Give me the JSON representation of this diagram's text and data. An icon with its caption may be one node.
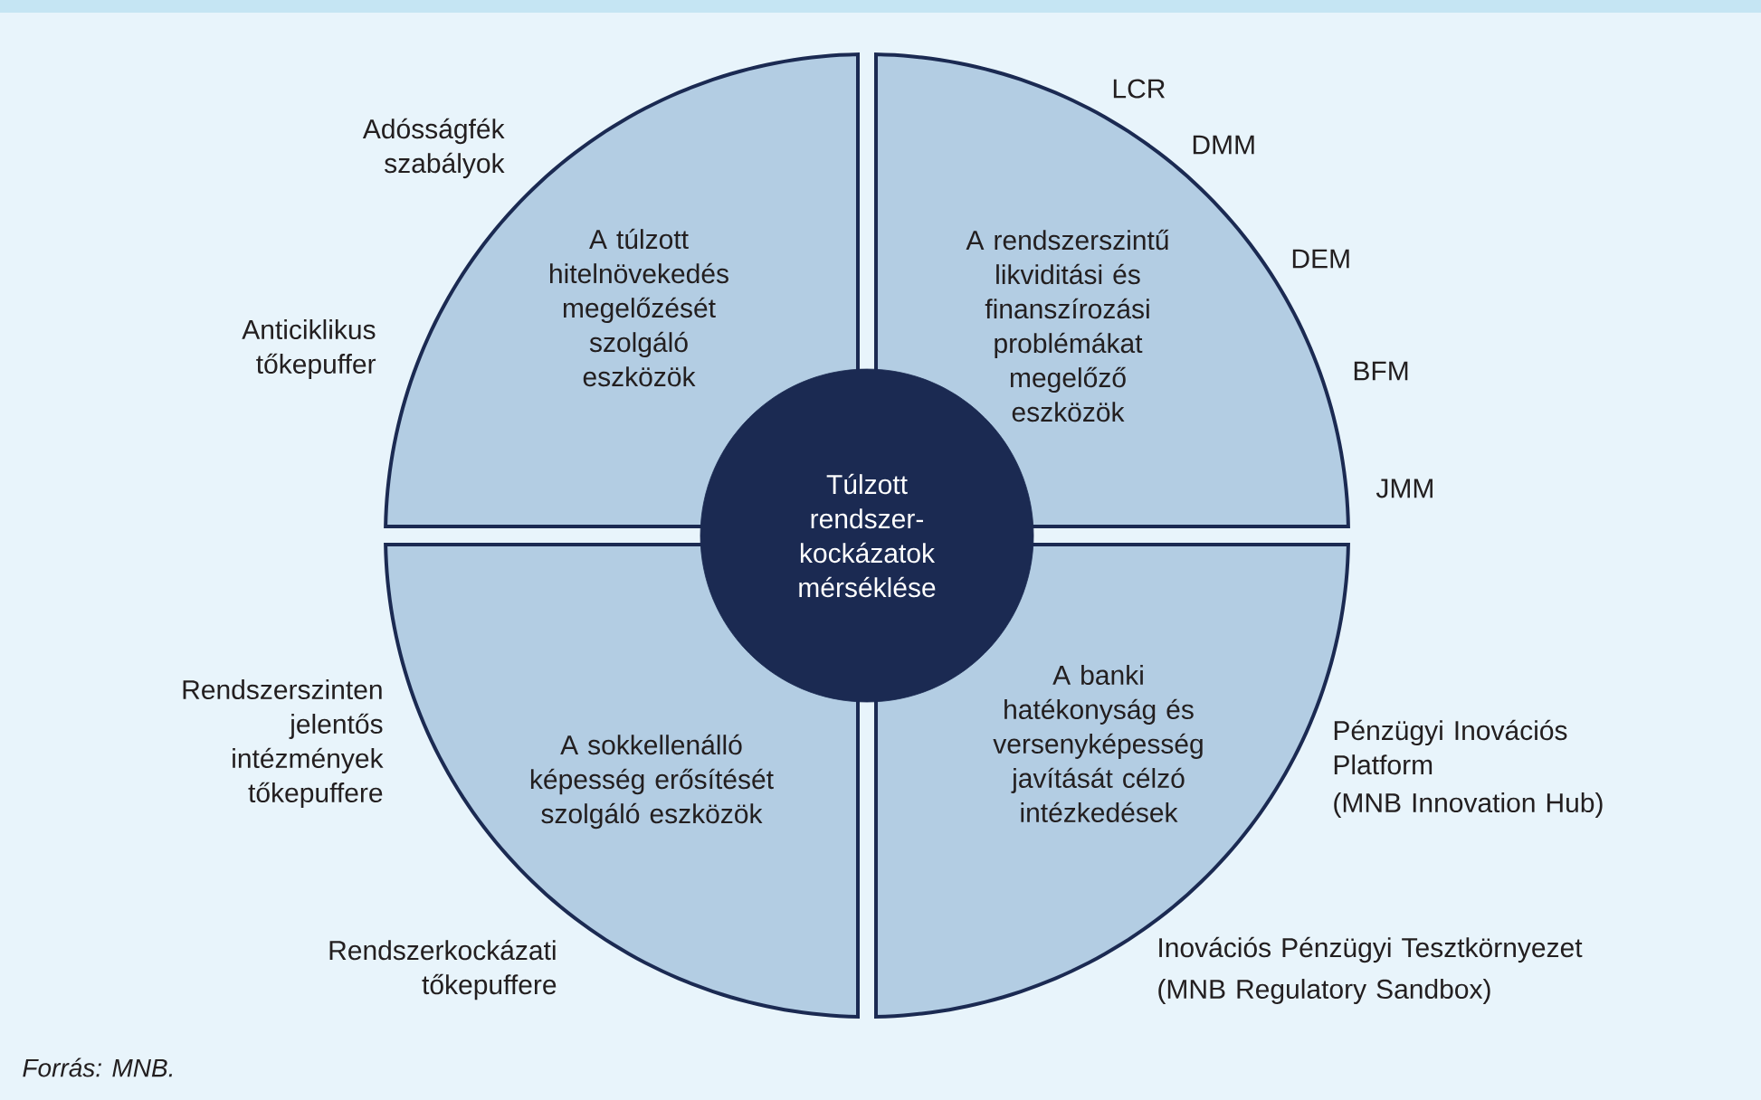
{
  "diagram": {
    "caption": "Forrás: MNB.",
    "nodes": [
      {
        "text": [
          "A túlzott hitelnövekedés megelőzését szolgáló eszközök"
        ],
        "beside": [
          "Adósságfék szabályok",
          "Anticiklikus tőkepuffer"
        ]
      },
      {
        "text": [
          "A rendszerszintű likviditási és finanszírozási problémákat megelőző eszközök"
        ],
        "beside": [
          "LCR",
          "DMM",
          "DEM",
          "BFM",
          "JMM"
        ]
      },
      {
        "text": [
          "Túlzott rendszer-kockázatok mérséklése"
        ]
      },
      {
        "text": [
          "A sokkellenálló képesség erősítését szolgáló eszközök"
        ],
        "beside": [
          "Rendszerszinten jelentős intézmények tőkepuffere",
          "Rendszerkockázati tőkepuffere"
        ]
      },
      {
        "text": [
          "A banki hatékonyság és versenyképesség javítását célzó intézkedések"
        ],
        "beside": [
          "Pénzügyi Inovációs Platform",
          "(MNB Innovation Hub)",
          "Inovációs Pénzügyi Tesztkörnyezet",
          "(MNB Regulatory Sandbox)"
        ]
      }
    ]
  }
}
